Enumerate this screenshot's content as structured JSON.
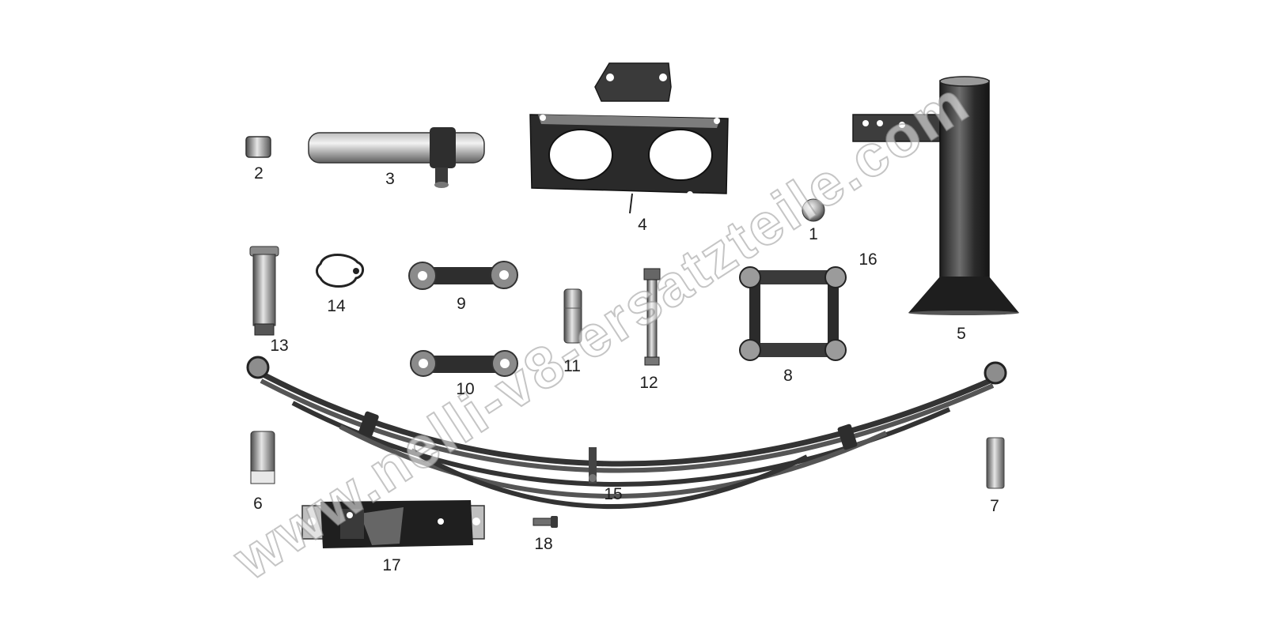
{
  "watermark": "www.nelli-v8-ersatzteile.com",
  "colors": {
    "part_dark": "#2a2a2a",
    "part_mid": "#7a7a7a",
    "part_light": "#d6d6d6",
    "background": "#ffffff"
  },
  "labels": {
    "p1": "1",
    "p2": "2",
    "p3": "3",
    "p4": "4",
    "p5": "5",
    "p6": "6",
    "p7": "7",
    "p8": "8",
    "p9": "9",
    "p10": "10",
    "p11": "11",
    "p12": "12",
    "p13": "13",
    "p14": "14",
    "p15": "15",
    "p16": "16",
    "p17": "17",
    "p18": "18"
  }
}
